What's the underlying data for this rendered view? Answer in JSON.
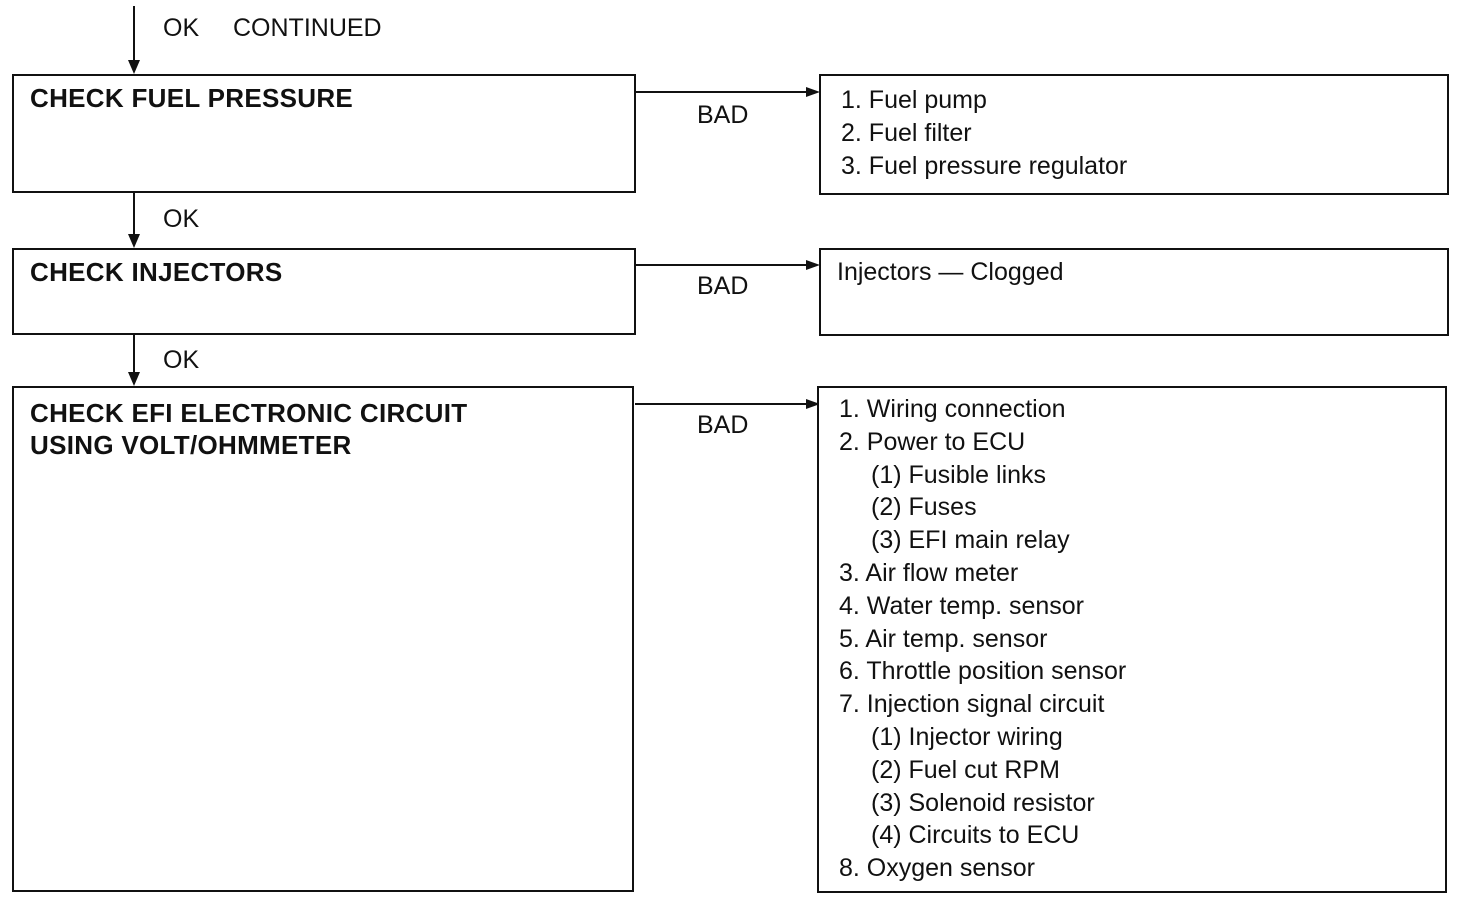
{
  "top_flow": {
    "ok_label": "OK",
    "continued_label": "CONTINUED"
  },
  "steps": [
    {
      "title": "CHECK FUEL PRESSURE",
      "ok_label": "OK",
      "bad_label": "BAD",
      "causes": [
        "1. Fuel pump",
        "2. Fuel filter",
        "3. Fuel pressure regulator"
      ]
    },
    {
      "title": "CHECK INJECTORS",
      "ok_label": "OK",
      "bad_label": "BAD",
      "causes": [
        "Injectors — Clogged"
      ]
    },
    {
      "title_line1": "CHECK EFI ELECTRONIC CIRCUIT",
      "title_line2": "USING VOLT/OHMMETER",
      "bad_label": "BAD",
      "causes": [
        "1. Wiring connection",
        "2. Power to ECU",
        "(1)  Fusible links",
        "(2)  Fuses",
        "(3)  EFI main relay",
        "3. Air flow meter",
        "4. Water temp. sensor",
        "5. Air temp. sensor",
        "6. Throttle position sensor",
        "7. Injection signal circuit",
        "(1)  Injector wiring",
        "(2)  Fuel cut RPM",
        "(3)  Solenoid resistor",
        "(4)  Circuits to ECU",
        "8. Oxygen sensor"
      ]
    }
  ]
}
